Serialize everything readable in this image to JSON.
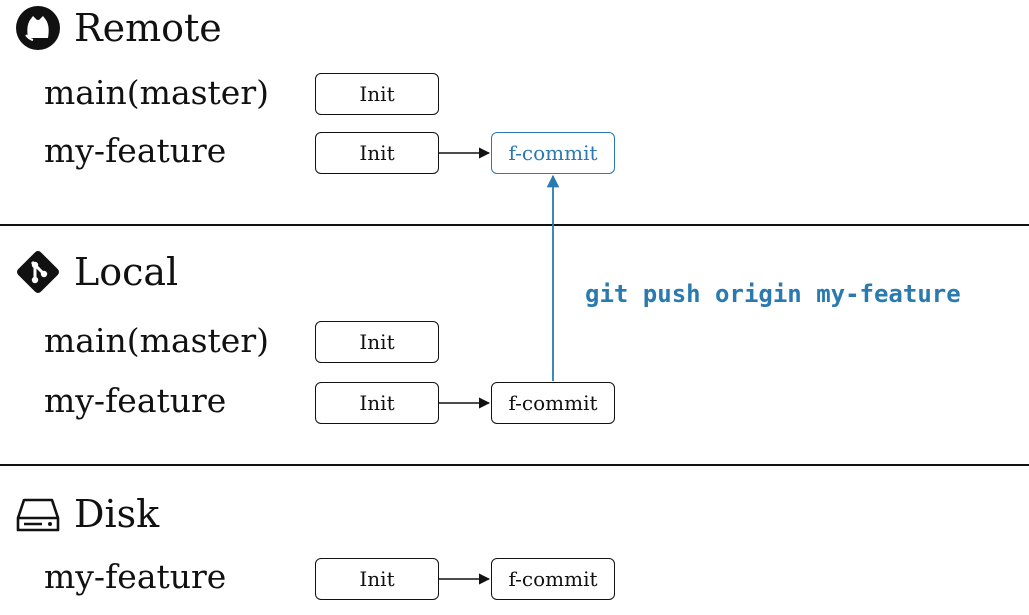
{
  "sections": {
    "remote": {
      "title": "Remote",
      "icon": "github-icon",
      "branches": {
        "main": {
          "label": "main(master)",
          "commits": [
            "Init"
          ]
        },
        "feature": {
          "label": "my-feature",
          "commits": [
            "Init",
            "f-commit"
          ]
        }
      }
    },
    "local": {
      "title": "Local",
      "icon": "git-icon",
      "branches": {
        "main": {
          "label": "main(master)",
          "commits": [
            "Init"
          ]
        },
        "feature": {
          "label": "my-feature",
          "commits": [
            "Init",
            "f-commit"
          ]
        }
      }
    },
    "disk": {
      "title": "Disk",
      "icon": "hard-drive-icon",
      "branches": {
        "feature": {
          "label": "my-feature",
          "commits": [
            "Init",
            "f-commit"
          ]
        }
      }
    }
  },
  "command": "git push origin my-feature",
  "colors": {
    "accent": "#2a7ab0",
    "ink": "#111111"
  }
}
